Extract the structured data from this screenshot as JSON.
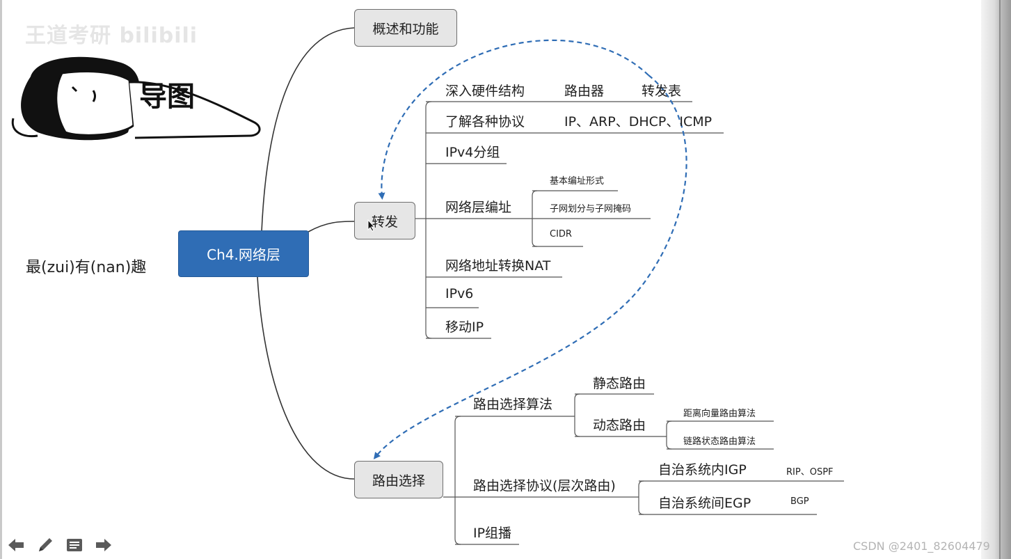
{
  "watermark": "王道考研 bilibili",
  "sticker": {
    "label": "导图"
  },
  "subtitle": "最(zui)有(nan)趣",
  "root": "Ch4.网络层",
  "nodes": {
    "overview": "概述和功能",
    "forwarding": "转发",
    "routing": "路由选择"
  },
  "forwarding": {
    "hardware": {
      "label": "深入硬件结构",
      "items": [
        "路由器",
        "转发表"
      ]
    },
    "protocols": {
      "label": "了解各种协议",
      "value": "IP、ARP、DHCP、ICMP"
    },
    "ipv4": "IPv4分组",
    "addressing": {
      "label": "网络层编址",
      "items": [
        "基本编址形式",
        "子网划分与子网掩码",
        "CIDR"
      ]
    },
    "nat": "网络地址转换NAT",
    "ipv6": "IPv6",
    "mobile": "移动IP"
  },
  "routing": {
    "algorithm": {
      "label": "路由选择算法",
      "static": "静态路由",
      "dynamic": "动态路由",
      "dynamic_items": [
        "距离向量路由算法",
        "链路状态路由算法"
      ]
    },
    "protocol": {
      "label": "路由选择协议(层次路由)",
      "igp": "自治系统内IGP",
      "igp_value": "RIP、OSPF",
      "egp": "自治系统间EGP",
      "egp_value": "BGP"
    },
    "multicast": "IP组播"
  },
  "toolbar": [
    "arrow-left-icon",
    "pen-icon",
    "notes-icon",
    "arrow-right-icon"
  ],
  "credit": "CSDN @2401_82604479",
  "colors": {
    "root": "#2f6db5",
    "arrow": "#2f6db5",
    "node_bg": "#e6e6e6"
  }
}
